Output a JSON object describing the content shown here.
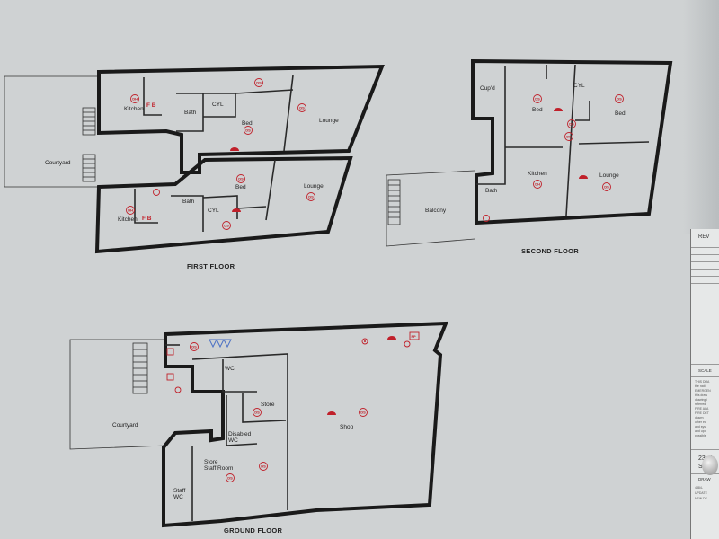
{
  "colors": {
    "sheet": "#cfd2d3",
    "wall": "#1a1a1a",
    "symbol_red": "#c0202a",
    "symbol_blue": "#4a6fc4"
  },
  "floors": {
    "first": {
      "title": "FIRST FLOOR",
      "rooms": {
        "kitchen_upper": "Kitchen",
        "fb_upper": "F B",
        "bath_upper": "Bath",
        "cyl_upper": "CYL",
        "bed_upper": "Bed",
        "lounge_upper": "Lounge",
        "courtyard": "Courtyard",
        "bed_lower": "Bed",
        "lounge_lower": "Lounge",
        "kitchen_lower": "Kitchen",
        "fb_lower": "F B",
        "bath_lower": "Bath",
        "cyl_lower": "CYL"
      }
    },
    "second": {
      "title": "SECOND FLOOR",
      "rooms": {
        "cupd": "Cup'd",
        "bed_left": "Bed",
        "cyl": "CYL",
        "bed_right": "Bed",
        "kitchen": "Kitchen",
        "lounge": "Lounge",
        "balcony": "Balcony",
        "bath": "Bath"
      }
    },
    "ground": {
      "title": "GROUND FLOOR",
      "rooms": {
        "wc": "WC",
        "store_upper": "Store",
        "disabled_wc_line1": "Disabled",
        "disabled_wc_line2": "WC",
        "courtyard": "Courtyard",
        "shop": "Shop",
        "store_staff_line1": "Store",
        "store_staff_line2": "Staff Room",
        "staff_wc_line1": "Staff",
        "staff_wc_line2": "WC"
      }
    }
  },
  "symbols": {
    "smoke_detector": "DS",
    "heat_detector": "DH",
    "fire_panel": "FP"
  },
  "title_block": {
    "revision": "REV",
    "scale": "SCALE",
    "address_line1": "23a L",
    "address_line2": "ST HE",
    "drawn": "DRAW",
    "note_lines": [
      "THIS DRA",
      "the nati",
      "EMERGEN",
      "this draw",
      "drawing i",
      "referred",
      "FIRE ALA",
      "FIRE DET",
      "drawn",
      "other eq",
      "and syst",
      "and upd",
      "possible"
    ],
    "footer_lines": [
      "4384-",
      "UPDATE",
      "NEW DE"
    ]
  }
}
